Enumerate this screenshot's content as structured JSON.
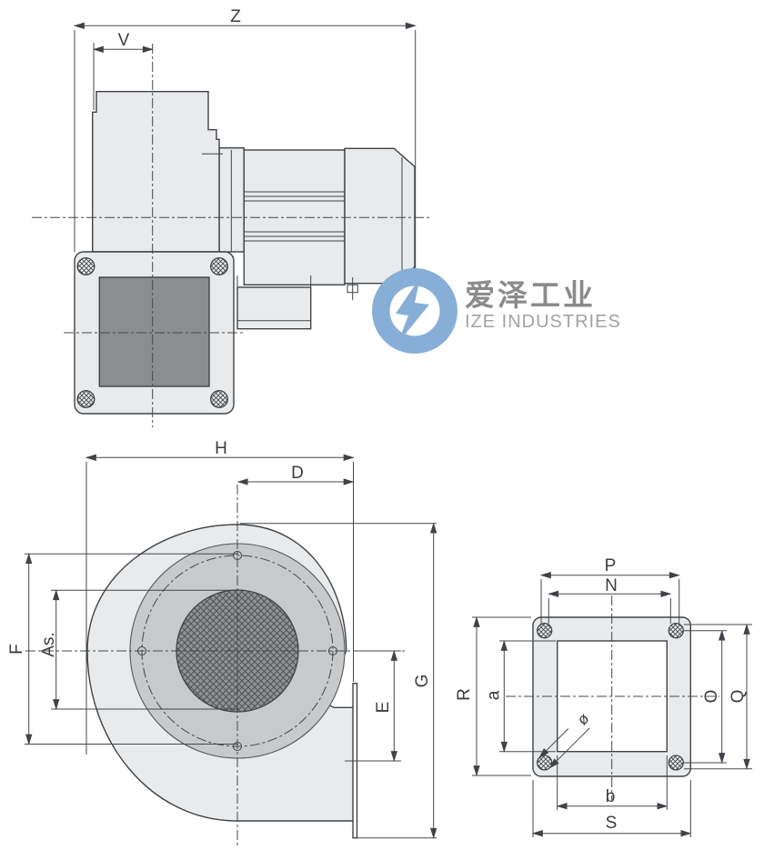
{
  "side_view": {
    "labels": {
      "Z": "Z",
      "V": "V"
    }
  },
  "front_view": {
    "labels": {
      "H": "H",
      "D": "D",
      "F": "F",
      "As": "As.",
      "E": "E",
      "G": "G"
    }
  },
  "flange_view": {
    "labels": {
      "P": "P",
      "N": "N",
      "R": "R",
      "a": "a",
      "O": "O",
      "Q": "Q",
      "b": "b",
      "S": "S",
      "dia": "ø"
    }
  },
  "watermark": {
    "brand_cn": "爱泽工业",
    "brand_en": "IZE INDUSTRIES"
  },
  "colors": {
    "line": "#3f4347",
    "body": "#e9eaeb",
    "ring": "#c7c9cb",
    "mesh": "#909294",
    "opening": "#8b8d8f",
    "hole_fill": "#e7e9ea",
    "logo_blue": "#87aed6",
    "brand_cn_color": "#8a8b8c",
    "brand_en_color": "#a2a3a4"
  }
}
